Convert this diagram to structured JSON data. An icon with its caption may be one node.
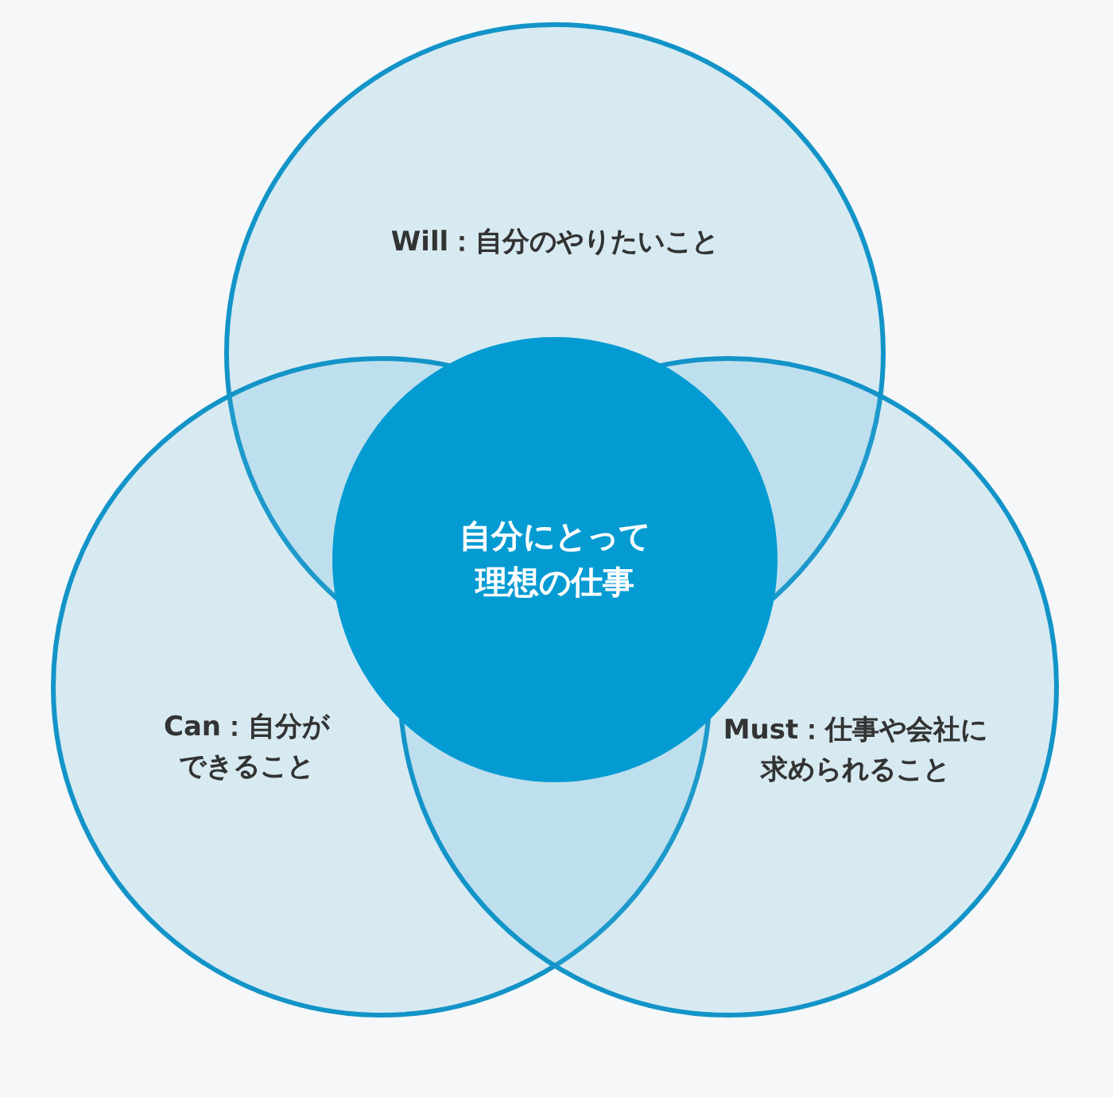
{
  "diagram": {
    "nodes": [
      {
        "text": [
          "Will：自分のやりたいこと"
        ]
      },
      {
        "text": [
          "Can：自分ができること"
        ]
      },
      {
        "text": [
          "Must：仕事や会社に求められること"
        ]
      },
      {
        "text": [
          "自分にとって理想の仕事"
        ]
      }
    ]
  }
}
